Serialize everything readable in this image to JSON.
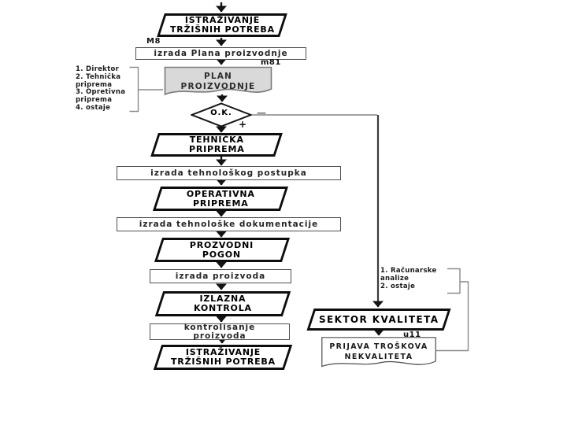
{
  "diagram": {
    "nodes": {
      "research_top": {
        "line1": "ISTRAŽIVANJE",
        "line2": "TRŽIŠNIH POTREBA"
      },
      "izrada_plana": {
        "label": "izrada Plana proizvodnje"
      },
      "plan_doc": {
        "line1": "PLAN",
        "line2": "PROIZVODNJE"
      },
      "decision": {
        "label": "O.K."
      },
      "tehnicka_priprema": {
        "line1": "TEHNIČKA",
        "line2": "PRIPREMA"
      },
      "izrada_postupka": {
        "label": "izrada tehnološkog postupka"
      },
      "operativna_priprema": {
        "line1": "OPERATIVNA",
        "line2": "PRIPREMA"
      },
      "izrada_dokumentacije": {
        "label": "izrada tehnološke dokumentacije"
      },
      "proizvodni_pogon": {
        "line1": "PROZVODNI",
        "line2": "POGON"
      },
      "izrada_proizvoda": {
        "label": "izrada proizvoda"
      },
      "izlazna_kontrola": {
        "line1": "IZLAZNA",
        "line2": "KONTROLA"
      },
      "kontrolisanje": {
        "line1": "kontrolisanje",
        "line2": "proizvoda"
      },
      "research_bottom": {
        "line1": "ISTRAŽIVANJE",
        "line2": "TRŽIŠNIH POTREBA"
      },
      "sektor_kvaliteta": {
        "label": "SEKTOR KVALITETA"
      },
      "prijava_doc": {
        "line1": "PRIJAVA TROŠKOVA",
        "line2": "NEKVALITETA"
      }
    },
    "edge_labels": {
      "m8": "M8",
      "m81": "m81",
      "u11": "u11",
      "minus": "—",
      "plus": "+"
    },
    "left_note": {
      "lines": [
        "1. Direktor",
        "2. Tehnička",
        "priprema",
        "3. Opretivna",
        "priprema",
        "4. ostaje"
      ]
    },
    "right_note": {
      "lines": [
        "1. Računarske",
        "analize",
        "2. ostaje"
      ]
    },
    "colors": {
      "shape_border": "#0d0d0d",
      "shape_fill": "#ffffff",
      "document_fill": "#d9d9d9",
      "connector": "#141414",
      "reject_line": "#a3a3a3",
      "note_bracket": "#8a8a8a"
    }
  }
}
